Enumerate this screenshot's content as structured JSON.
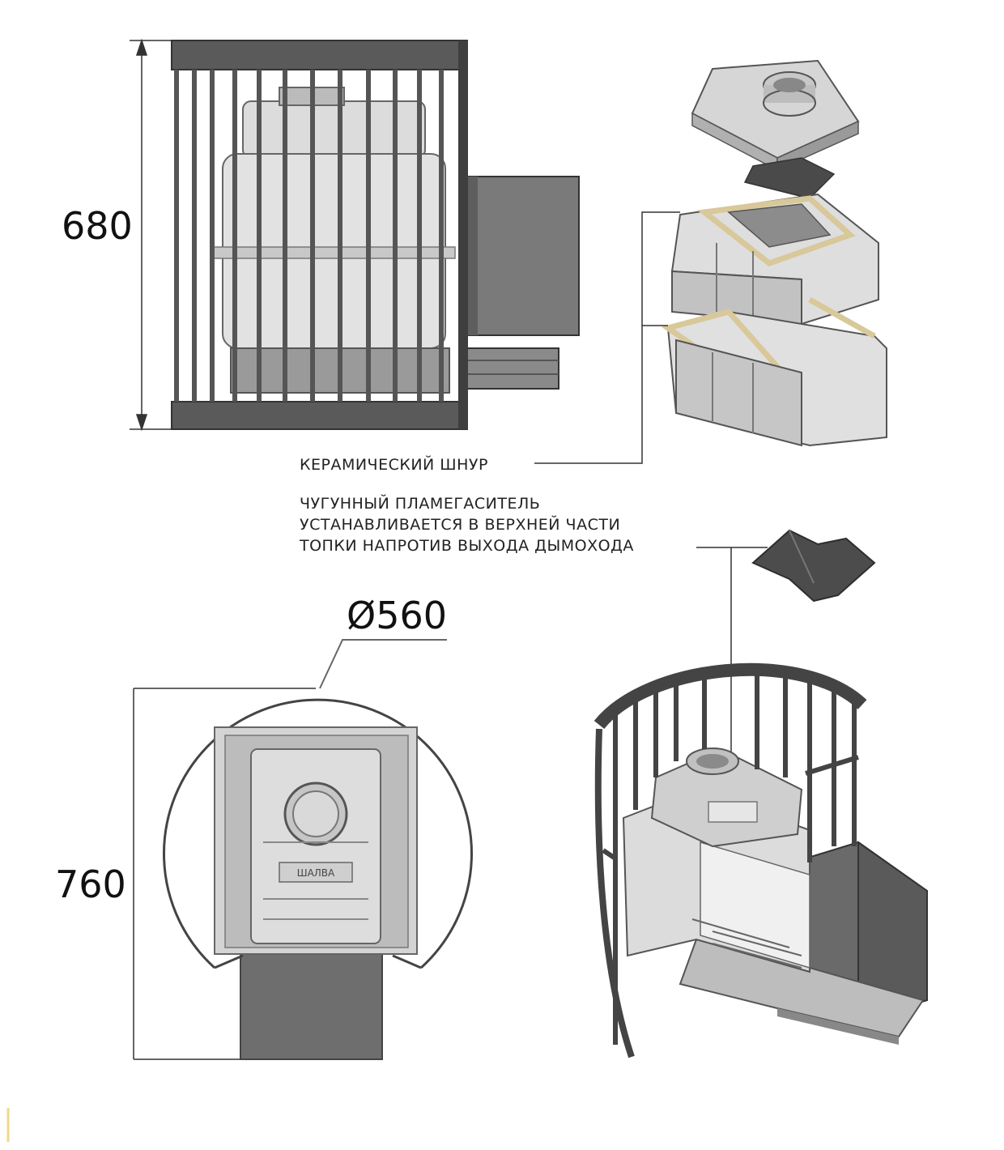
{
  "dimensions": {
    "height_front": "680",
    "depth_top": "760",
    "diameter": "Ø560"
  },
  "callouts": {
    "ceramic_cord": "КЕРАМИЧЕСКИЙ ШНУР",
    "flame_arrester_line1": "ЧУГУННЫЙ ПЛАМЕГАСИТЕЛЬ",
    "flame_arrester_line2": "УСТАНАВЛИВАЕТСЯ В ВЕРХНЕЙ ЧАСТИ",
    "flame_arrester_line3": "ТОПКИ НАПРОТИВ ВЫХОДА ДЫМОХОДА"
  },
  "product_logo": "ШАЛВА",
  "colors": {
    "line": "#333333",
    "cage": "#4a4a4a",
    "casting": "#d9d9d9",
    "casting_dark": "#9a9a9a",
    "cord": "#d8c89a"
  }
}
